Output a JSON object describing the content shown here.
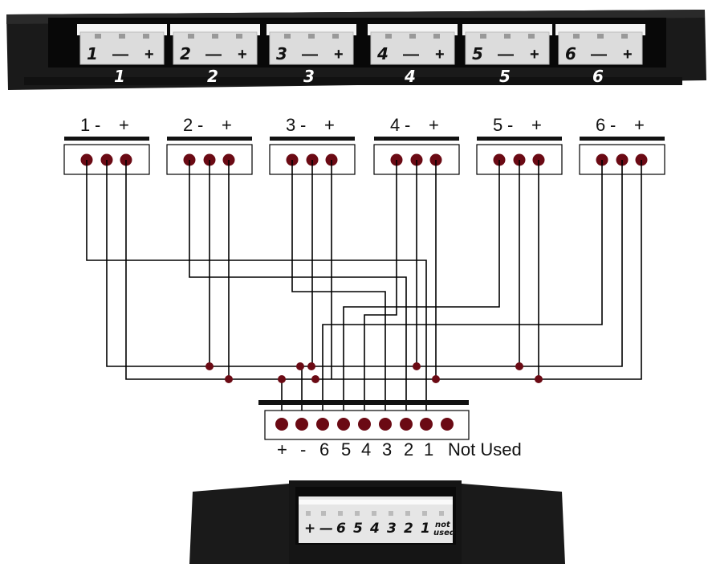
{
  "top_photo": {
    "connectors": [
      {
        "num": "1",
        "label": "1",
        "minus": "—",
        "plus": "+"
      },
      {
        "num": "2",
        "label": "2",
        "minus": "—",
        "plus": "+"
      },
      {
        "num": "3",
        "label": "3",
        "minus": "—",
        "plus": "+"
      },
      {
        "num": "4",
        "label": "4",
        "minus": "—",
        "plus": "+"
      },
      {
        "num": "5",
        "label": "5",
        "minus": "—",
        "plus": "+"
      },
      {
        "num": "6",
        "label": "6",
        "minus": "—",
        "plus": "+"
      }
    ]
  },
  "schematic": {
    "connectors": [
      {
        "num": "1",
        "minus": "-",
        "plus": "+"
      },
      {
        "num": "2",
        "minus": "-",
        "plus": "+"
      },
      {
        "num": "3",
        "minus": "-",
        "plus": "+"
      },
      {
        "num": "4",
        "minus": "-",
        "plus": "+"
      },
      {
        "num": "5",
        "minus": "-",
        "plus": "+"
      },
      {
        "num": "6",
        "minus": "-",
        "plus": "+"
      }
    ],
    "header_pins": [
      "+",
      "-",
      "6",
      "5",
      "4",
      "3",
      "2",
      "1"
    ],
    "not_used_label": "Not Used",
    "colors": {
      "pin": "#6b0a14",
      "line": "#000000",
      "bar": "#111111"
    }
  },
  "bottom_photo": {
    "pins": [
      "+",
      "—",
      "6",
      "5",
      "4",
      "3",
      "2",
      "1"
    ],
    "not_used": [
      "not",
      "used"
    ]
  }
}
